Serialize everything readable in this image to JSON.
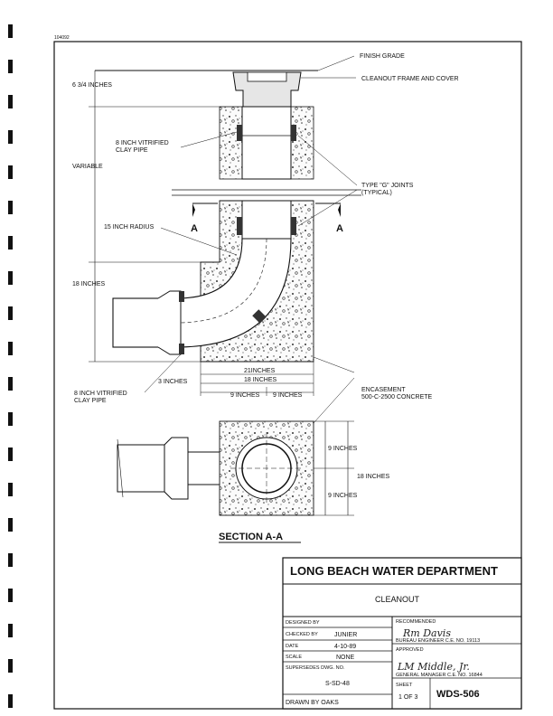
{
  "sheet_ref": "104092",
  "labels": {
    "finish_grade": "FINISH GRADE",
    "six_three_quarter": "6 3/4 INCHES",
    "cleanout_frame": "CLEANOUT FRAME AND COVER",
    "clay_pipe_top": "8 INCH VITRIFIED\nCLAY PIPE",
    "variable": "VARIABLE",
    "type_g_joints": "TYPE \"G\" JOINTS\n(TYPICAL)",
    "radius": "15 INCH RADIUS",
    "section_left": "A",
    "section_right": "A",
    "eighteen_left": "18 INCHES",
    "twentyone": "21INCHES",
    "eighteen_mid": "18 INCHES",
    "three_inches": "3 INCHES",
    "nine_a": "9 INCHES",
    "nine_b": "9 INCHES",
    "clay_pipe_bottom": "8 INCH VITRIFIED\nCLAY PIPE",
    "encasement": "ENCASEMENT\n500-C-2500 CONCRETE",
    "plan_nine_top": "9 INCHES",
    "plan_eighteen": "18 INCHES",
    "plan_nine_bottom": "9 INCHES",
    "section_title": "SECTION A-A"
  },
  "title_block": {
    "department": "LONG BEACH WATER DEPARTMENT",
    "drawing_title": "CLEANOUT",
    "designed_by_label": "DESIGNED BY",
    "designed_by_value": "",
    "checked_by_label": "CHECKED BY",
    "checked_by_value": "JUNIER",
    "date_label": "DATE",
    "date_value": "4-10-89",
    "scale_label": "SCALE",
    "scale_value": "NONE",
    "supersedes_label": "SUPERSEDES DWG. NO.",
    "supersedes_value": "S-SD-48",
    "drawn_by": "DRAWN BY OAKS",
    "recommended_label": "RECOMMENDED",
    "bureau_engineer": "BUREAU ENGINEER C.E. NO. 19113",
    "approved_label": "APPROVED",
    "general_manager": "GENERAL MANAGER C.E. NO. 16844",
    "sheet_label": "SHEET",
    "sheet_value": "1 OF 3",
    "drawing_number": "WDS-506"
  }
}
